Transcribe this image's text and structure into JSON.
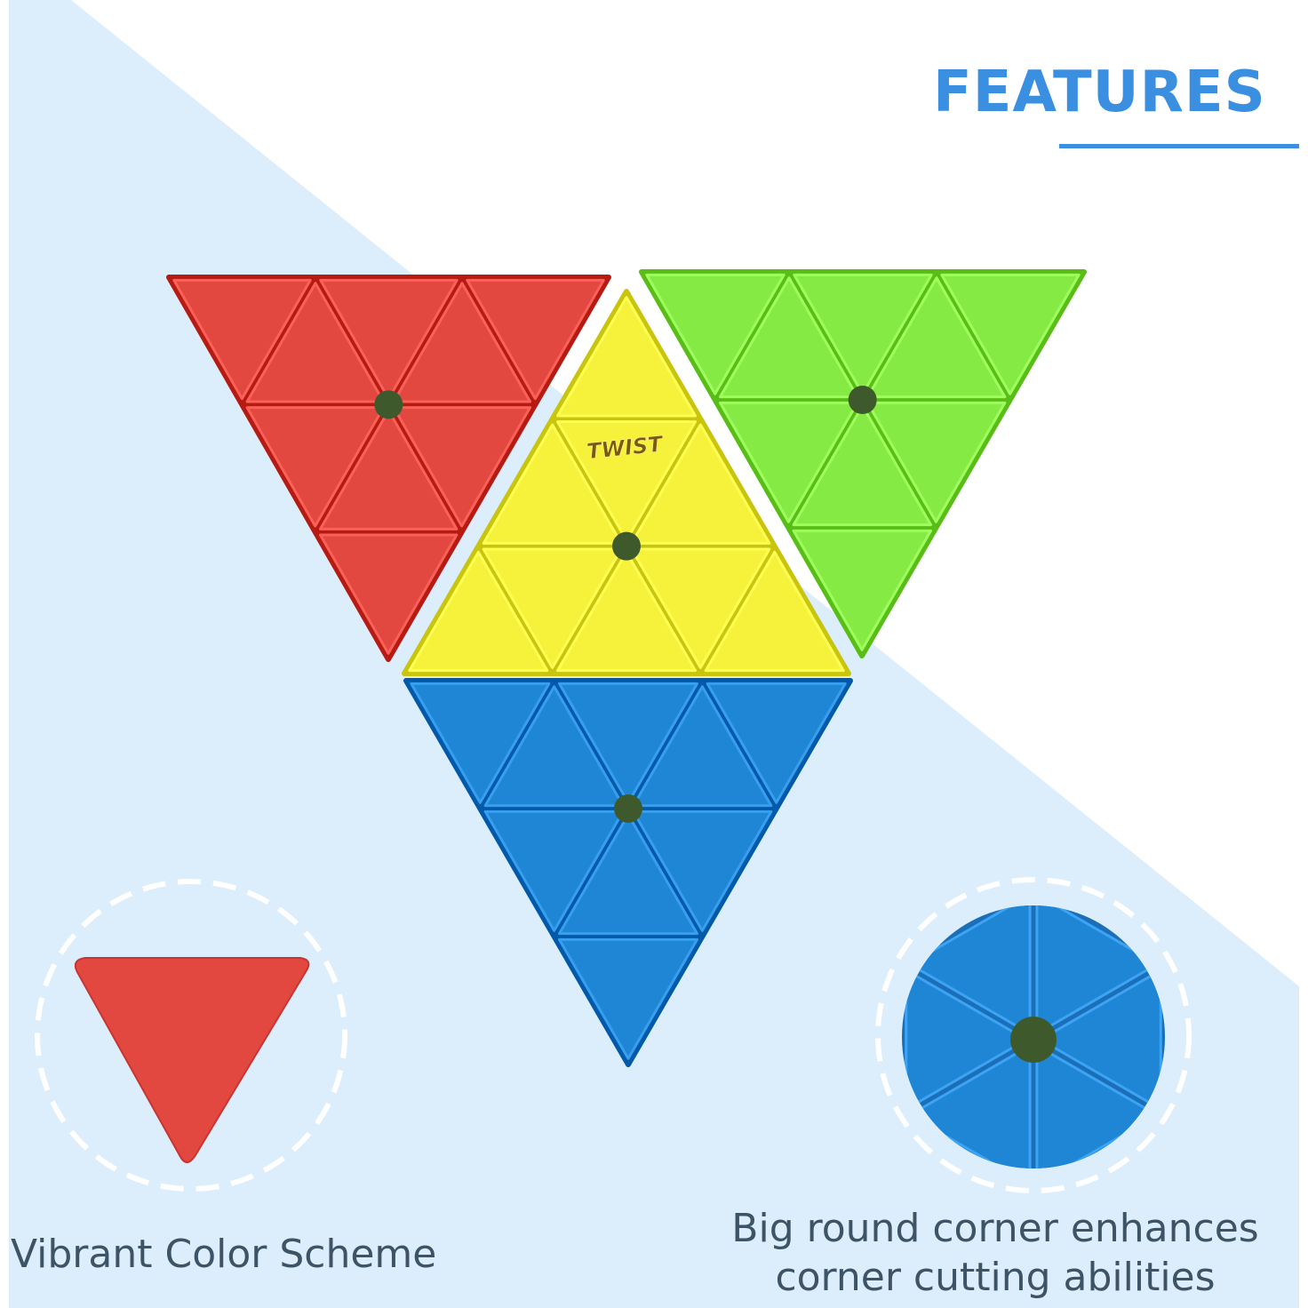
{
  "heading": "FEATURES",
  "brand_mark": "TWIST",
  "callouts": {
    "color_scheme": "Vibrant Color Scheme",
    "corner_line1": "Big round corner enhances",
    "corner_line2": "corner cutting abilities"
  },
  "colors": {
    "accent": "#3b8fe0",
    "background_light": "#dcedfc",
    "red": "#e2483f",
    "yellow": "#f6f13a",
    "green": "#86ea45",
    "blue": "#1f86d6",
    "core": "#3e5a2d",
    "text": "#3d5466"
  }
}
